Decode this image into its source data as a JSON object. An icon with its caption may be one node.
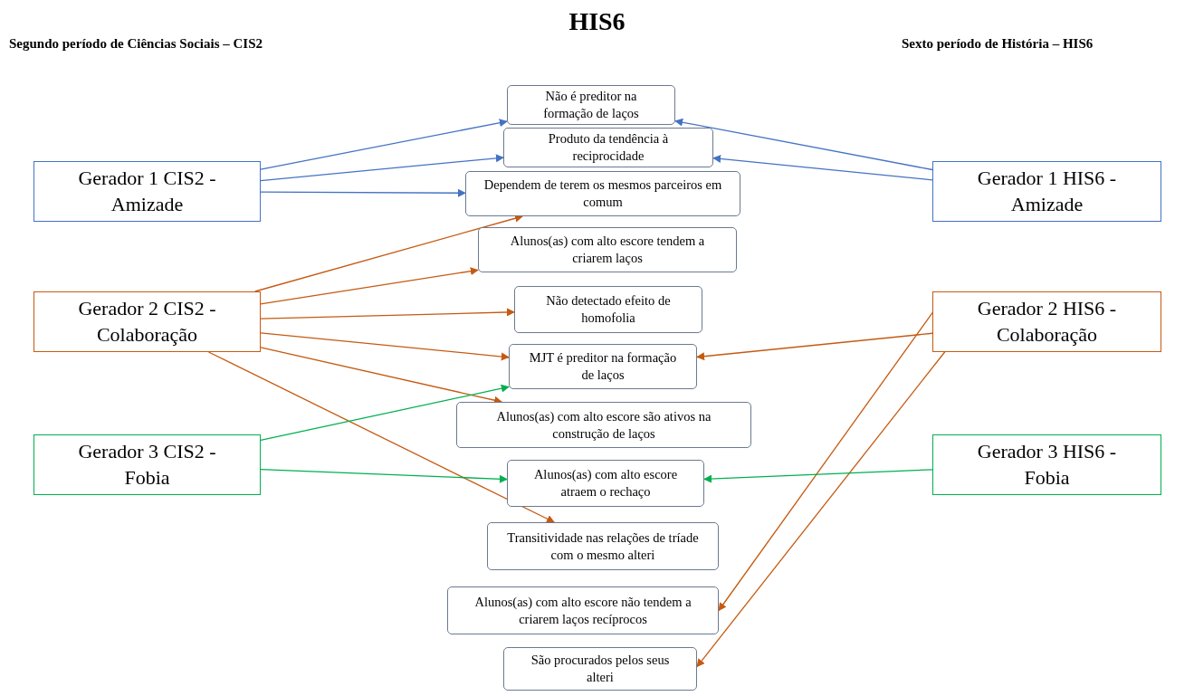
{
  "diagram": {
    "title": "HIS6",
    "nodes": [
      {
        "text": [
          "Gerador 1 CIS2 - Amizade"
        ]
      },
      {
        "text": [
          "Gerador 2 CIS2 - Colaboração"
        ]
      },
      {
        "text": [
          "Gerador 3 CIS2 - Fobia"
        ]
      },
      {
        "text": [
          "Gerador 1 HIS6 - Amizade"
        ]
      },
      {
        "text": [
          "Gerador 2 HIS6 - Colaboração"
        ]
      },
      {
        "text": [
          "Gerador 3 HIS6 - Fobia"
        ]
      },
      {
        "text": [
          "Não é preditor na formação de laços"
        ]
      },
      {
        "text": [
          "Produto da tendência à reciprocidade"
        ]
      },
      {
        "text": [
          "Dependem de terem os mesmos parceiros em comum"
        ]
      },
      {
        "text": [
          "Alunos(as) com alto escore tendem a criarem laços"
        ]
      },
      {
        "text": [
          "Não detectado efeito de homofolia"
        ]
      },
      {
        "text": [
          "MJT é preditor na formação de laços"
        ]
      },
      {
        "text": [
          "Alunos(as) com alto escore são ativos na construção de laços"
        ]
      },
      {
        "text": [
          "Alunos(as) com alto escore atraem o rechaço"
        ]
      },
      {
        "text": [
          "Transitividade nas relações de tríade com o mesmo alteri"
        ]
      },
      {
        "text": [
          "Alunos(as) com alto escore não tendem a criarem laços recíprocos"
        ]
      },
      {
        "text": [
          "São procurados pelos seus alteri"
        ]
      }
    ],
    "edges": [
      {
        "from": 0,
        "to": 6,
        "arrow": "to",
        "color": "#4472c4"
      },
      {
        "from": 0,
        "to": 7,
        "arrow": "to",
        "color": "#4472c4"
      },
      {
        "from": 0,
        "to": 8,
        "arrow": "to",
        "color": "#4472c4"
      },
      {
        "from": 3,
        "to": 6,
        "arrow": "to",
        "color": "#4472c4"
      },
      {
        "from": 3,
        "to": 7,
        "arrow": "to",
        "color": "#4472c4"
      },
      {
        "from": 1,
        "to": 8,
        "arrow": "to"
      },
      {
        "from": 1,
        "to": 9,
        "arrow": "to"
      },
      {
        "from": 1,
        "to": 10,
        "arrow": "to"
      },
      {
        "from": 1,
        "to": 11,
        "arrow": "to"
      },
      {
        "from": 1,
        "to": 12,
        "arrow": "to"
      },
      {
        "from": 1,
        "to": 14,
        "arrow": "to"
      },
      {
        "from": 4,
        "to": 11,
        "arrow": "to"
      },
      {
        "from": 4,
        "to": 15,
        "arrow": "to"
      },
      {
        "from": 4,
        "to": 16,
        "arrow": "to"
      },
      {
        "from": 2,
        "to": 11,
        "arrow": "to",
        "color": "#00b050"
      },
      {
        "from": 2,
        "to": 13,
        "arrow": "to",
        "color": "#00b050"
      },
      {
        "from": 5,
        "to": 13,
        "arrow": "to",
        "color": "#00b050"
      }
    ],
    "labels": [
      "Segundo período de Ciências Sociais – CIS2",
      "Sexto período de História – HIS6"
    ]
  }
}
